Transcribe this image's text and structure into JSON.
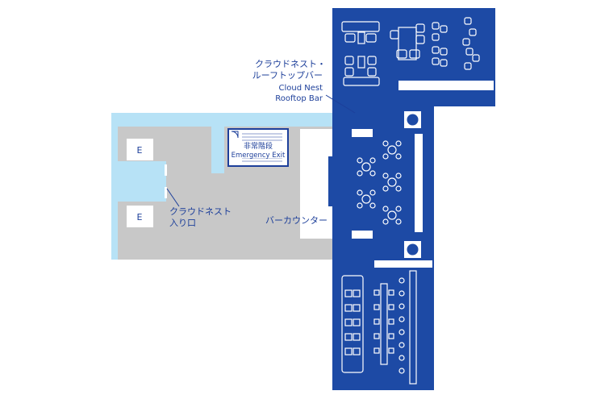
{
  "labels": {
    "rooftop_bar_jp_line1": "クラウドネスト・",
    "rooftop_bar_jp_line2": "ルーフトップバー",
    "rooftop_bar_en_line1": "Cloud Nest",
    "rooftop_bar_en_line2": "Rooftop Bar",
    "emergency_jp": "非常階段",
    "emergency_en": "Emergency Exit",
    "entrance_line1": "クラウドネスト",
    "entrance_line2": "入り口",
    "bar_counter": "バーカウンター",
    "elevator": "E"
  },
  "colors": {
    "bar_area": "#1d4aa5",
    "corridor": "#b7e2f6",
    "lobby": "#c8c8c8",
    "label_text": "#1d3f9a",
    "furniture_line": "#ffffff"
  }
}
